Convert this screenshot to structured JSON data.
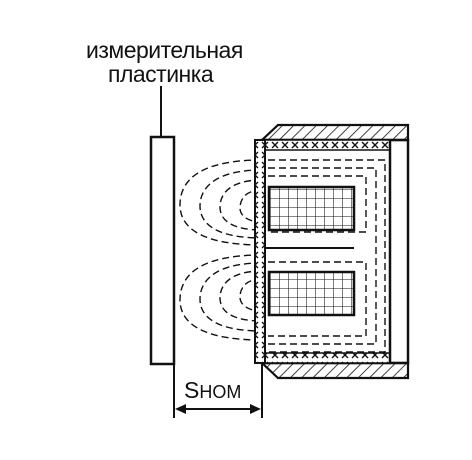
{
  "labels": {
    "plate_line1": "измерительная",
    "plate_line2": "пластинка",
    "distance_main": "S",
    "distance_sub": "НОМ"
  },
  "colors": {
    "ink": "#111111",
    "background": "#ffffff"
  }
}
